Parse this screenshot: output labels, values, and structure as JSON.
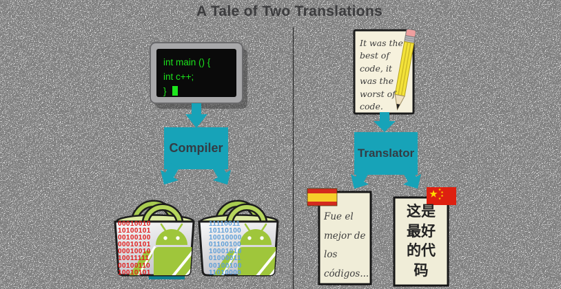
{
  "title": "A Tale of Two Translations",
  "left": {
    "code_lines": [
      "int main () {",
      "int c++;",
      "}"
    ],
    "compiler_label": "Compiler",
    "bag_left": {
      "binary": [
        "00010010",
        "10100101",
        "00100100",
        "00010101",
        "00010010",
        "10011111",
        "00100110",
        "10010101"
      ]
    },
    "bag_right": {
      "binary": [
        "11110011",
        "10110100",
        "10010000",
        "01100100",
        "10001010",
        "01000011",
        "00100100",
        "11010000"
      ]
    }
  },
  "right": {
    "notepad_lines": [
      "It was the",
      "best of",
      "code, it",
      "was the",
      "worst of",
      "code."
    ],
    "translator_label": "Translator",
    "spanish_lines": [
      "Fue el",
      "mejor de",
      "los",
      "códigos..."
    ],
    "chinese_lines": [
      "这是",
      "最好",
      "的代",
      "码"
    ]
  },
  "colors": {
    "teal": "#17a3b8",
    "code_green": "#1be21b",
    "binary_red": "#e01c1c",
    "binary_blue": "#5f9fd8",
    "android_green": "#9fc63b",
    "paper_cream": "#f3efdb",
    "spain_red": "#d42a1e",
    "spain_yellow": "#f7cf2a",
    "china_red": "#de2010",
    "star_yellow": "#ffde00"
  }
}
